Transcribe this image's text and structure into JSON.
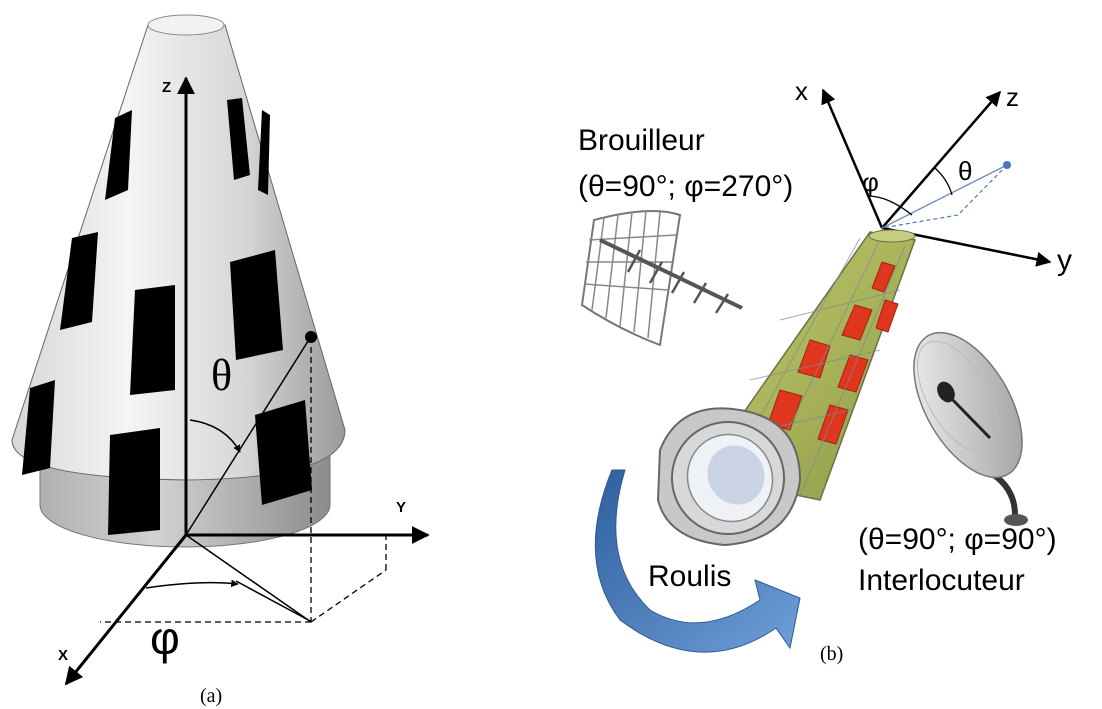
{
  "panel_a": {
    "caption": "(a)",
    "axes": {
      "z": "Z",
      "y": "Y",
      "x": "X"
    },
    "theta": "θ",
    "phi": "φ"
  },
  "panel_b": {
    "caption": "(b)",
    "axes": {
      "x": "x",
      "y": "y",
      "z": "z"
    },
    "theta": "θ",
    "phi": "φ",
    "jammer": {
      "name": "Brouilleur",
      "angles": "(θ=90°; φ=270°)"
    },
    "interlocutor": {
      "name": "Interlocuteur",
      "angles": "(θ=90°; φ=90°)"
    },
    "roll": "Roulis"
  },
  "colors": {
    "cone_light": "#f0f0f0",
    "cone_dark": "#a8a8a8",
    "tile": "#000000",
    "arrow_blue": "#4a78b8",
    "patch_red": "#e0361e",
    "body_yellow": "#b8c264"
  }
}
